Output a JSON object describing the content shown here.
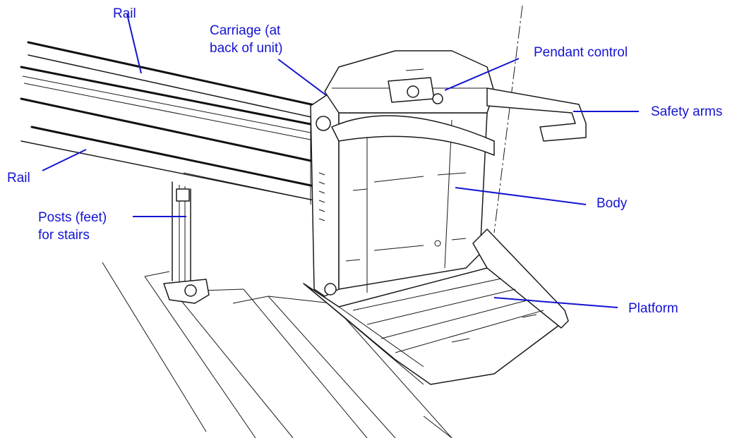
{
  "labels": {
    "rail_top": "Rail",
    "rail_left": "Rail",
    "carriage": "Carriage (at\nback of unit)",
    "pendant_control": "Pendant control",
    "safety_arms": "Safety arms",
    "body": "Body",
    "posts": "Posts (feet)\nfor stairs",
    "platform": "Platform"
  },
  "colors": {
    "label_text": "#1414d2",
    "leader_line": "#1414d2",
    "line_art": "#1a1a1a"
  }
}
